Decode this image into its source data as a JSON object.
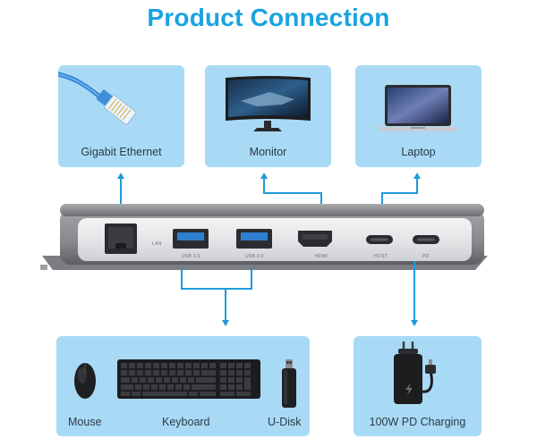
{
  "title": "Product Connection",
  "cards": {
    "ethernet": "Gigabit Ethernet",
    "monitor": "Monitor",
    "laptop": "Laptop",
    "mouse": "Mouse",
    "keyboard": "Keyboard",
    "udisk": "U-Disk",
    "charging": "100W PD Charging"
  },
  "ports": {
    "lan": "LAN",
    "usb1": "USB 3.0",
    "usb2": "USB 3.0",
    "hdmi": "HDMI",
    "host": "HOST",
    "pd": "PD"
  },
  "colors": {
    "accent": "#1aa3e0",
    "card": "#a9daf5",
    "connector_line": "#1e9ad9"
  },
  "icons": [
    "ethernet-cable-icon",
    "monitor-icon",
    "laptop-icon",
    "mouse-icon",
    "keyboard-icon",
    "usb-stick-icon",
    "charger-icon"
  ]
}
